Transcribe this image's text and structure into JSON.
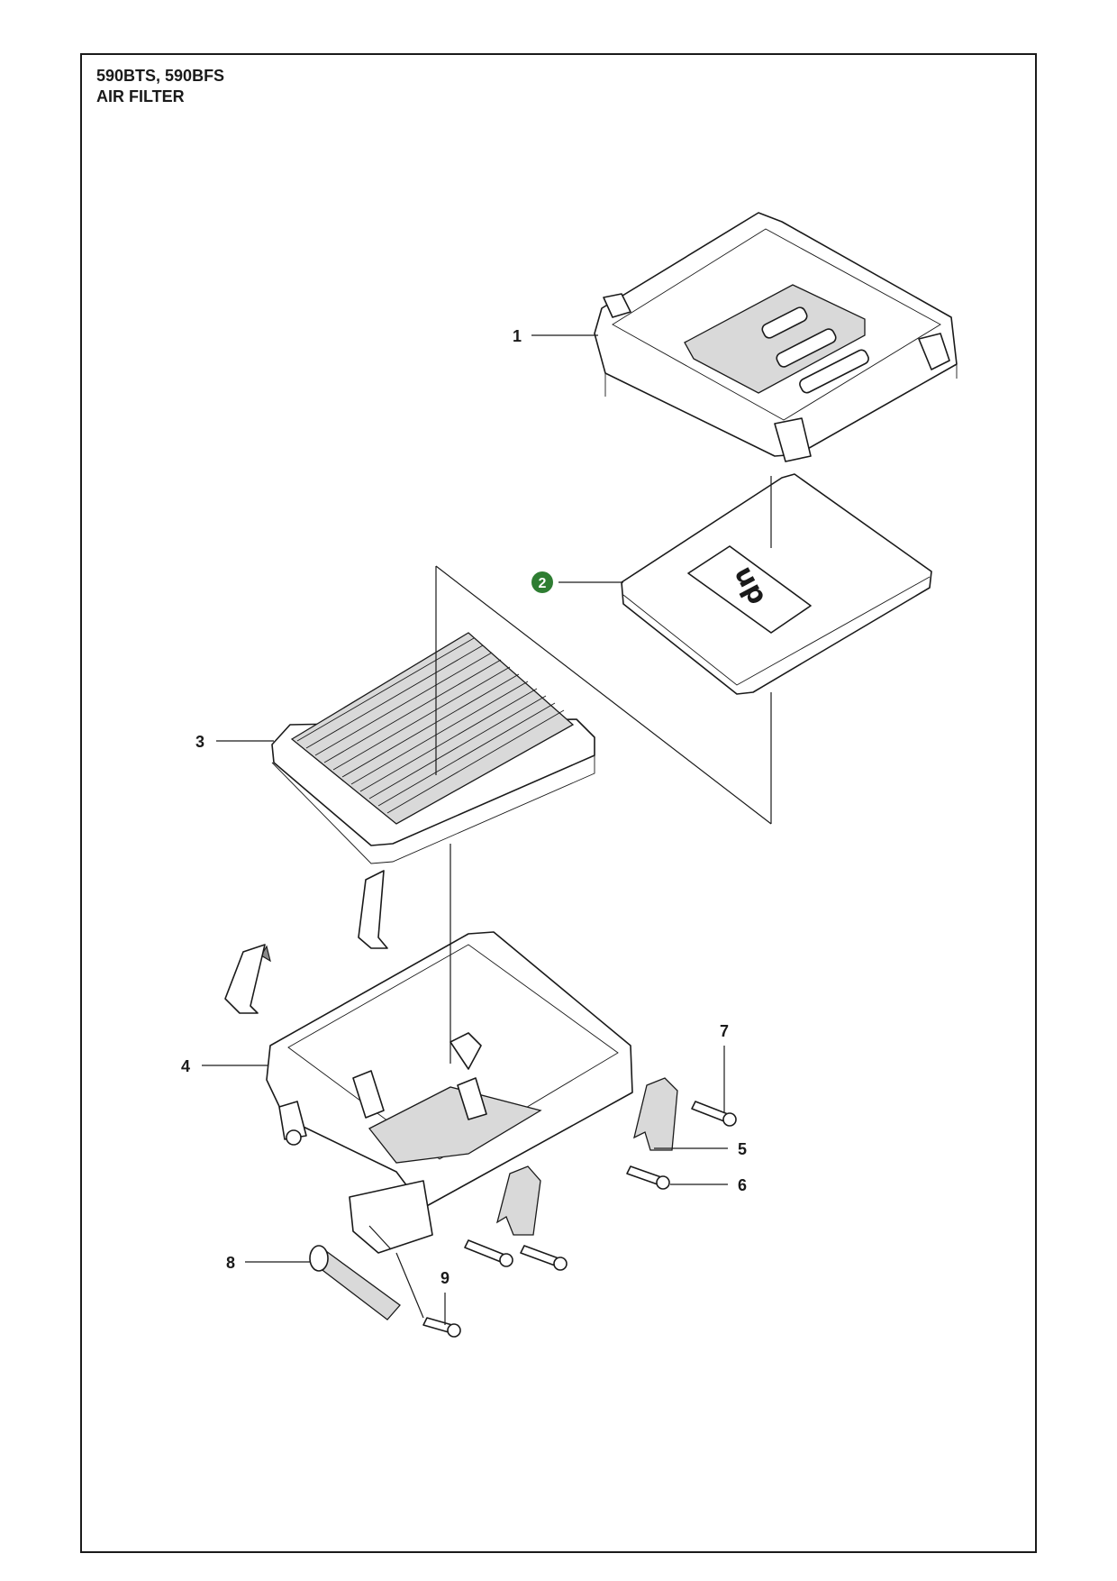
{
  "header": {
    "models": "590BTS, 590BFS",
    "section": "AIR FILTER"
  },
  "callouts": [
    {
      "number": "1",
      "highlighted": false
    },
    {
      "number": "2",
      "highlighted": true
    },
    {
      "number": "3",
      "highlighted": false
    },
    {
      "number": "4",
      "highlighted": false
    },
    {
      "number": "5",
      "highlighted": false
    },
    {
      "number": "6",
      "highlighted": false
    },
    {
      "number": "7",
      "highlighted": false
    },
    {
      "number": "8",
      "highlighted": false
    },
    {
      "number": "9",
      "highlighted": false
    }
  ],
  "colors": {
    "highlight_badge": "#2e7d32",
    "line": "#1a1a1a",
    "part_fill": "#ffffff",
    "shade": "#d9d9d9"
  }
}
